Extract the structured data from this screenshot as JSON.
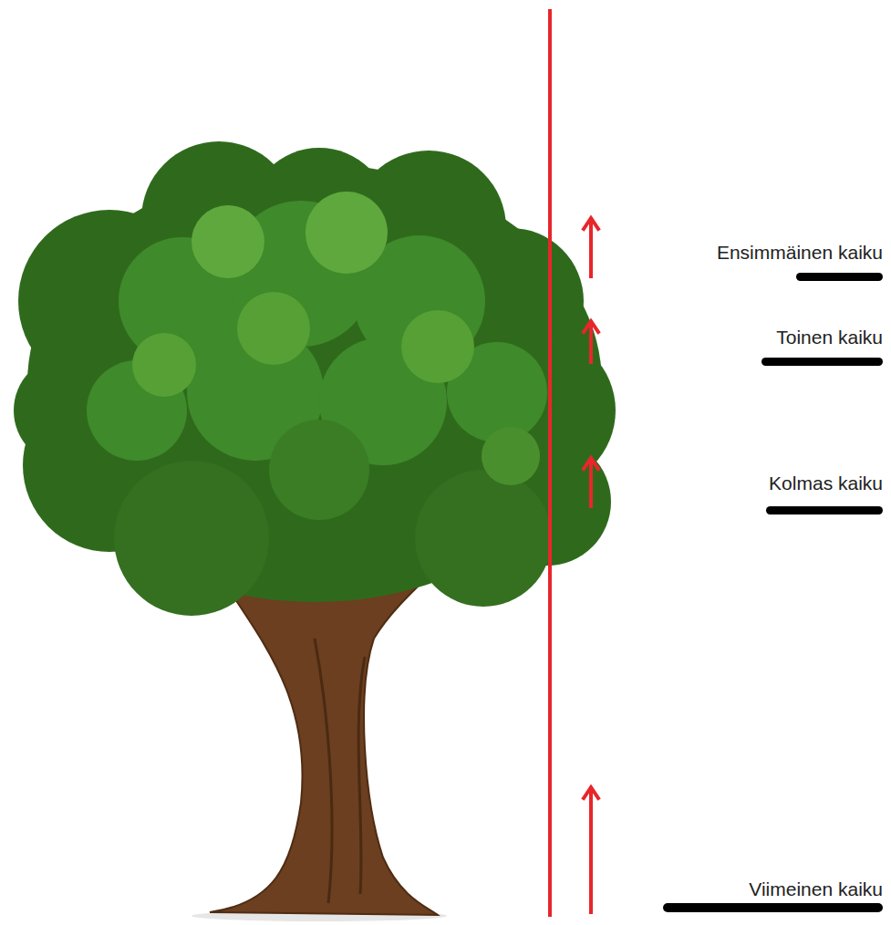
{
  "diagram": {
    "labels": [
      "Ensimmäinen kaiku",
      "Toinen kaiku",
      "Kolmas kaiku",
      "Viimeinen kaiku"
    ]
  }
}
